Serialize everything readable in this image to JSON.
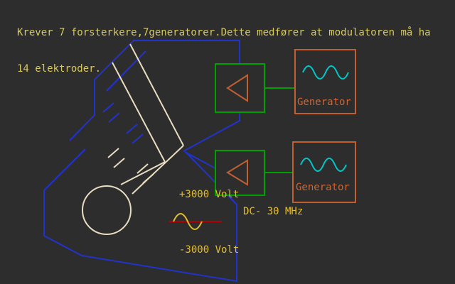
{
  "title": {
    "line1": "Krever 7 forsterkere,7generatorer.Dette medfører at modulatoren må ha",
    "line2": "14 elektroder."
  },
  "labels": {
    "plus_voltage": "+3000 Volt",
    "minus_voltage": "-3000 Volt",
    "frequency": "DC- 30 MHz"
  },
  "generators": [
    {
      "label": "Generator",
      "icon": "sine-wave-icon"
    },
    {
      "label": "Generator",
      "icon": "sine-wave-icon"
    }
  ],
  "amplifiers": [
    {
      "icon": "amplifier-triangle-icon"
    },
    {
      "icon": "amplifier-triangle-icon"
    }
  ],
  "colors": {
    "background": "#2d2d2d",
    "title_text": "#d6c95f",
    "accent_yellow": "#e3bd2d",
    "generator_orange": "#c06030",
    "amplifier_green": "#00a000",
    "tube_blue": "#2233cc",
    "beam_cream": "#e8ddc0",
    "signal_cyan": "#00c8c8",
    "baseline_red": "#b40000"
  }
}
